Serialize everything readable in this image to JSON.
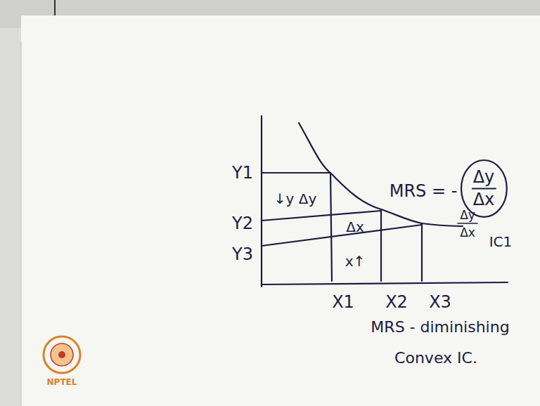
{
  "diagram": {
    "nodes": [
      {
        "text": [
          "Δy",
          "Δx"
        ]
      }
    ],
    "labels": [
      "Y1",
      "Y2",
      "Y3",
      "X1",
      "X2",
      "X3",
      "↓y Δy",
      "Δx",
      "x↑",
      "MRS = -",
      "Δy",
      "Δx",
      "IC1",
      "MRS - diminishing",
      "Convex IC.",
      "NPTEL"
    ]
  }
}
